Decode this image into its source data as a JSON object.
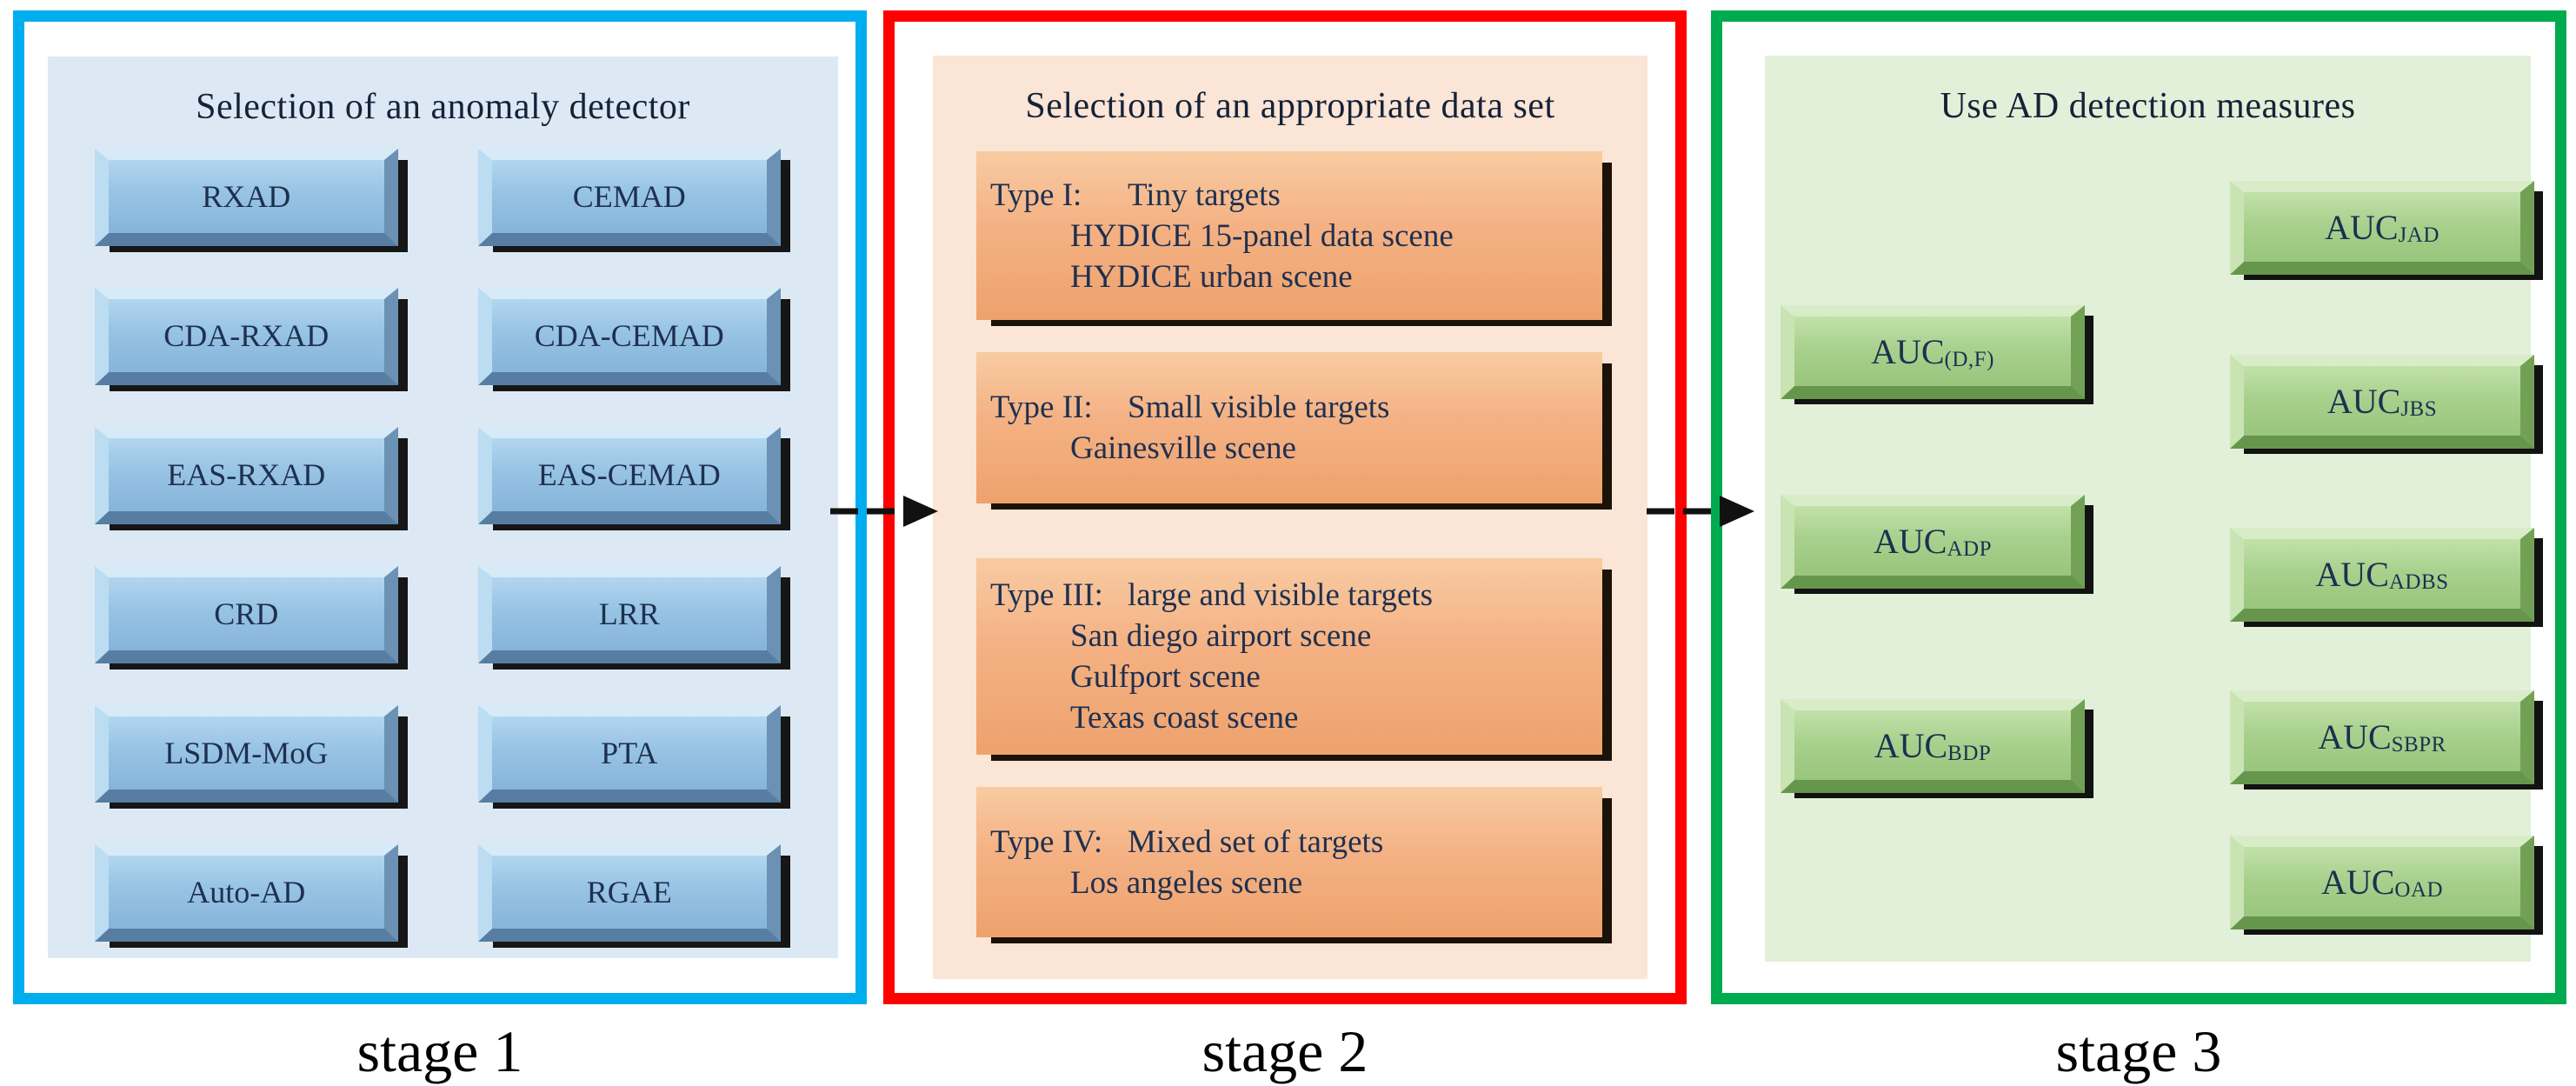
{
  "colors": {
    "stage1_border": "#00AEEF",
    "stage1_background": "#DCE9F5",
    "stage1_button": "#97C3E4",
    "stage2_border": "#FE0000",
    "stage2_background": "#FBE5D6",
    "stage2_button": "#F4B183",
    "stage3_border": "#00AB50",
    "stage3_background": "#E2F0D9",
    "stage3_button": "#A9D18E",
    "arrow": "#111111",
    "text": "#1F3050"
  },
  "arrows": [
    {
      "name": "dashed-right-arrow"
    },
    {
      "name": "dashed-right-arrow"
    }
  ],
  "stages": [
    {
      "label": "stage 1",
      "title": "Selection of an anomaly detector",
      "buttons": [
        "RXAD",
        "CEMAD",
        "CDA-RXAD",
        "CDA-CEMAD",
        "EAS-RXAD",
        "EAS-CEMAD",
        "CRD",
        "LRR",
        "LSDM-MoG",
        "PTA",
        "Auto-AD",
        "RGAE"
      ]
    },
    {
      "label": "stage 2",
      "title": "Selection of an appropriate data set",
      "cards": [
        {
          "prefix": "Type I:",
          "heading": "Tiny targets",
          "items": [
            "HYDICE 15-panel data scene",
            "HYDICE urban scene"
          ]
        },
        {
          "prefix": "Type II:",
          "heading": "Small visible targets",
          "items": [
            "Gainesville scene"
          ]
        },
        {
          "prefix": "Type III:",
          "heading": "large and visible targets",
          "items": [
            "San diego airport scene",
            "Gulfport scene",
            "Texas coast scene"
          ]
        },
        {
          "prefix": "Type IV:",
          "heading": "Mixed set of targets",
          "items": [
            "Los angeles scene"
          ]
        }
      ]
    },
    {
      "label": "stage 3",
      "title": "Use AD detection measures",
      "measures_left": [
        {
          "main": "AUC",
          "sub": "(D,F)"
        },
        {
          "main": "AUC",
          "sub": "ADP"
        },
        {
          "main": "AUC",
          "sub": "BDP"
        }
      ],
      "measures_right": [
        {
          "main": "AUC",
          "sub": "JAD"
        },
        {
          "main": "AUC",
          "sub": "JBS"
        },
        {
          "main": "AUC",
          "sub": "ADBS"
        },
        {
          "main": "AUC",
          "sub": "SBPR"
        },
        {
          "main": "AUC",
          "sub": "OAD"
        }
      ]
    }
  ]
}
